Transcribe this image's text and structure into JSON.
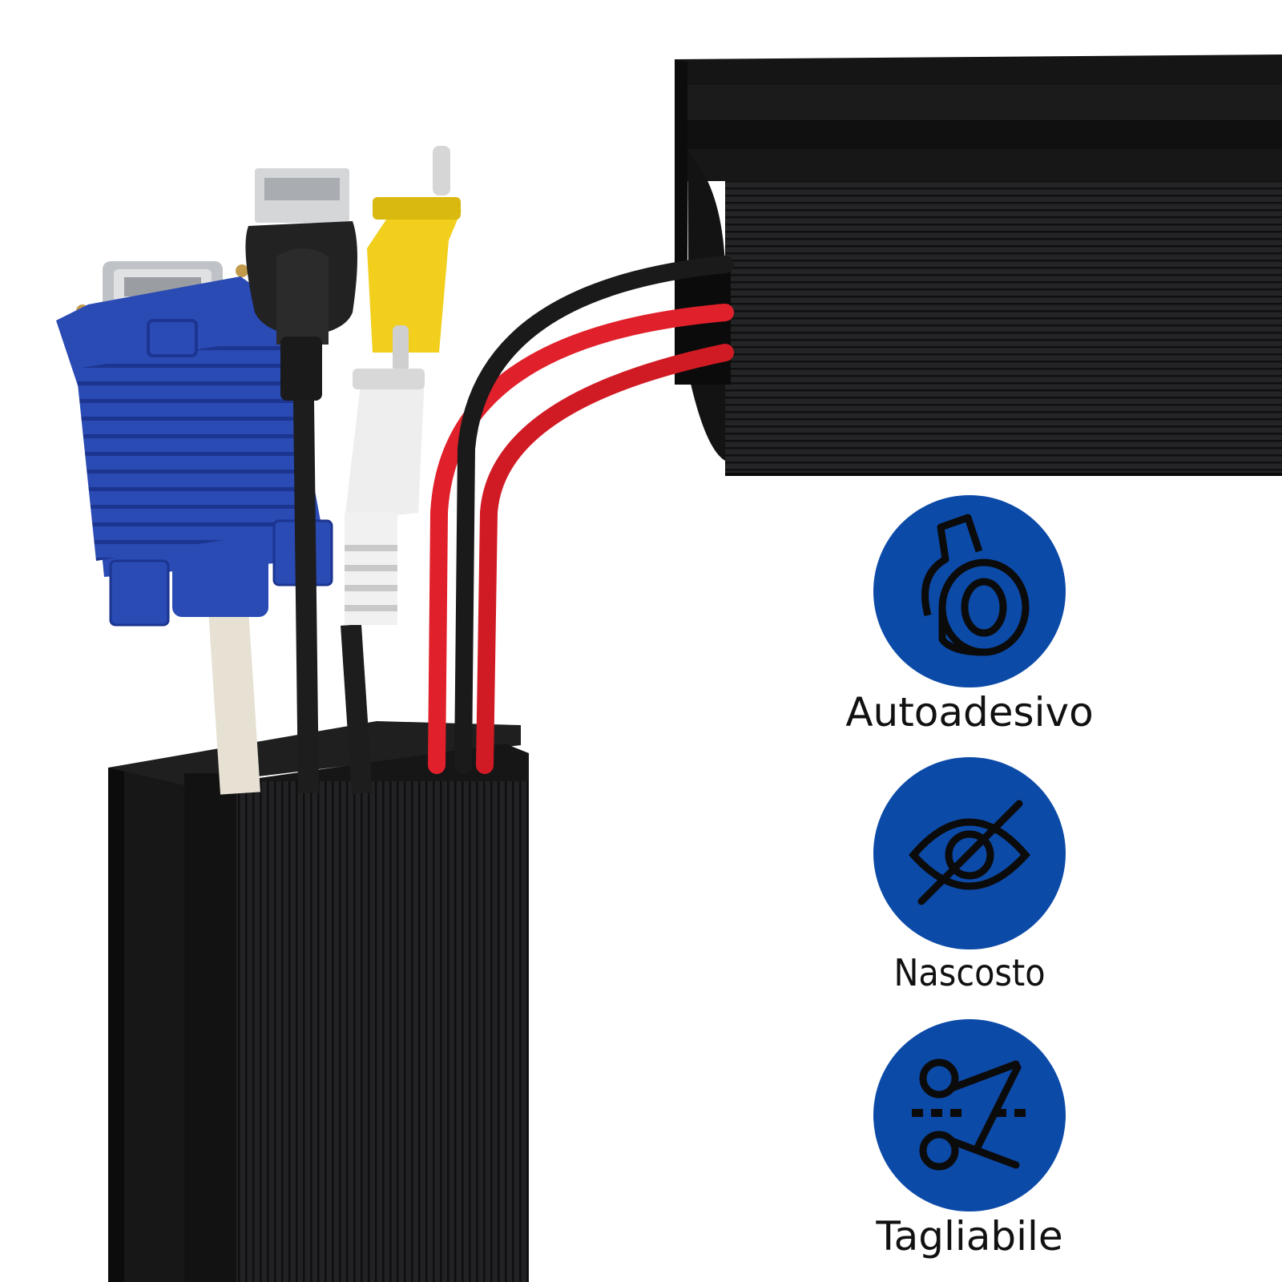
{
  "colors": {
    "badge_blue": "#0c4aa8",
    "icon_stroke": "#0b0b0b",
    "raceway_black": "#1c1c1e",
    "vga_blue": "#2a4ab4",
    "rca_yellow": "#f2cf1c",
    "wire_red": "#e0202a"
  },
  "features": [
    {
      "label": "Autoadesivo",
      "icon": "tape-roll-icon"
    },
    {
      "label": "Nascosto",
      "icon": "eye-slash-icon"
    },
    {
      "label": "Tagliabile",
      "icon": "scissors-cut-icon"
    }
  ]
}
